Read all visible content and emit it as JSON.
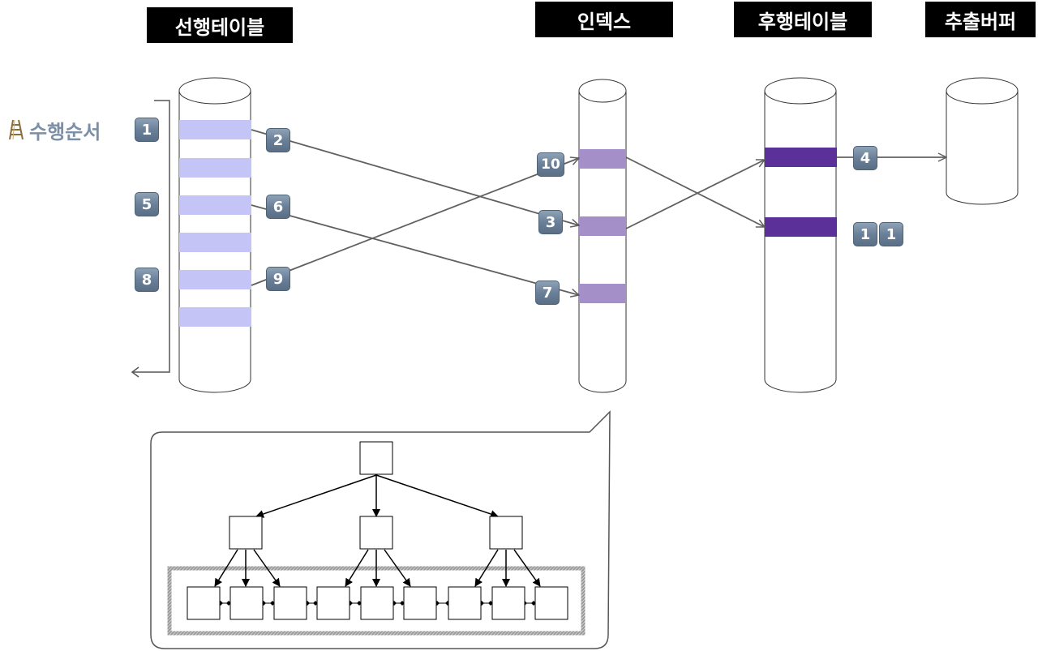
{
  "headers": {
    "outer_table": "선행테이블",
    "index": "인덱스",
    "inner_table": "후행테이블",
    "output_buffer": "추출버퍼"
  },
  "order_label": "수행순서",
  "steps": {
    "s1": "1",
    "s2": "2",
    "s3": "3",
    "s4": "4",
    "s5": "5",
    "s6": "6",
    "s7": "7",
    "s8": "8",
    "s9": "9",
    "s10": "10",
    "s11a": "1",
    "s11b": "1"
  },
  "colors": {
    "outer_row": "#c4c4f7",
    "index_entry": "#a58fc9",
    "inner_row": "#5b3099",
    "badge": "#6a8098",
    "arrow": "#606060",
    "label": "#7b8fa7"
  },
  "icons": {
    "order_icon": "ladder-icon"
  }
}
